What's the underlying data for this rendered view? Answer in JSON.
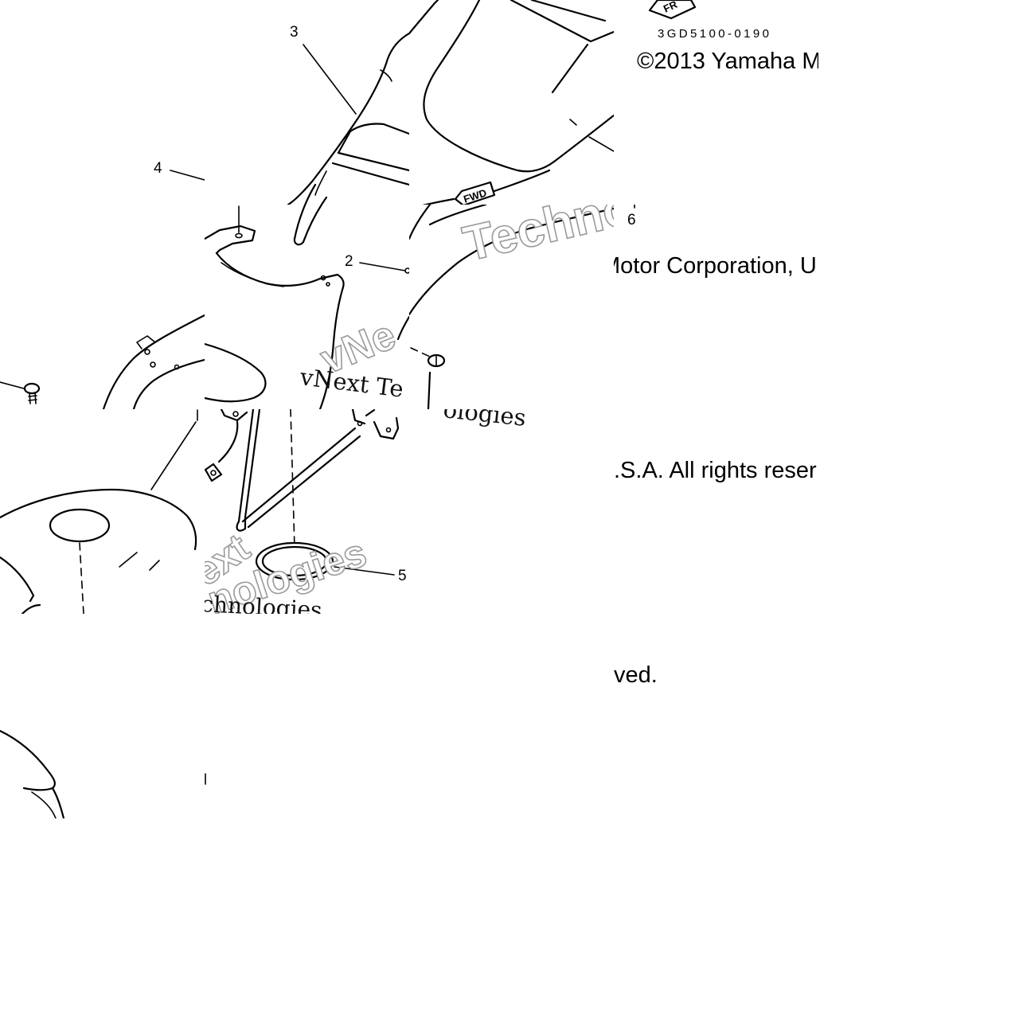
{
  "callouts": {
    "two": "2",
    "three": "3",
    "four": "4",
    "five": "5",
    "six": "6"
  },
  "part_number": "3GD5100-0190",
  "part_tags": {
    "front": "FR",
    "forward": "FWD"
  },
  "copyright": {
    "line1": "©2013 Yamaha M",
    "line2": "Motor Corporation, U",
    "line3": ".S.A. All rights reser",
    "line4": "ved."
  },
  "watermarks": {
    "techno": "Techno",
    "vne": "vNe",
    "vnext": "vNext Te",
    "ext": "ext",
    "nologies": "nologies",
    "chnologies": "chnologies",
    "ologies": "ologies"
  },
  "colors": {
    "line": "#000000",
    "background": "#ffffff",
    "watermark_outline": "#9a9a9a"
  }
}
